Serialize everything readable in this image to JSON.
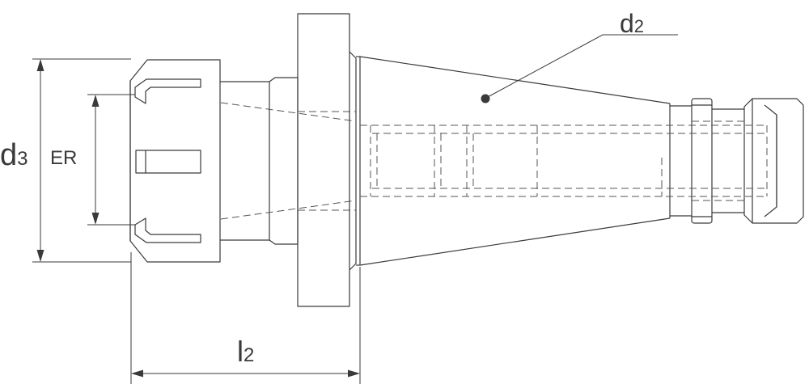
{
  "labels": {
    "d2_main": "d",
    "d2_sub": "2",
    "d3_main": "d",
    "d3_sub": "3",
    "er": "ER",
    "l2_main": "l",
    "l2_sub": "2"
  },
  "colors": {
    "line": "#3a3a3a",
    "hidden_line": "#555555",
    "background": "#ffffff"
  }
}
